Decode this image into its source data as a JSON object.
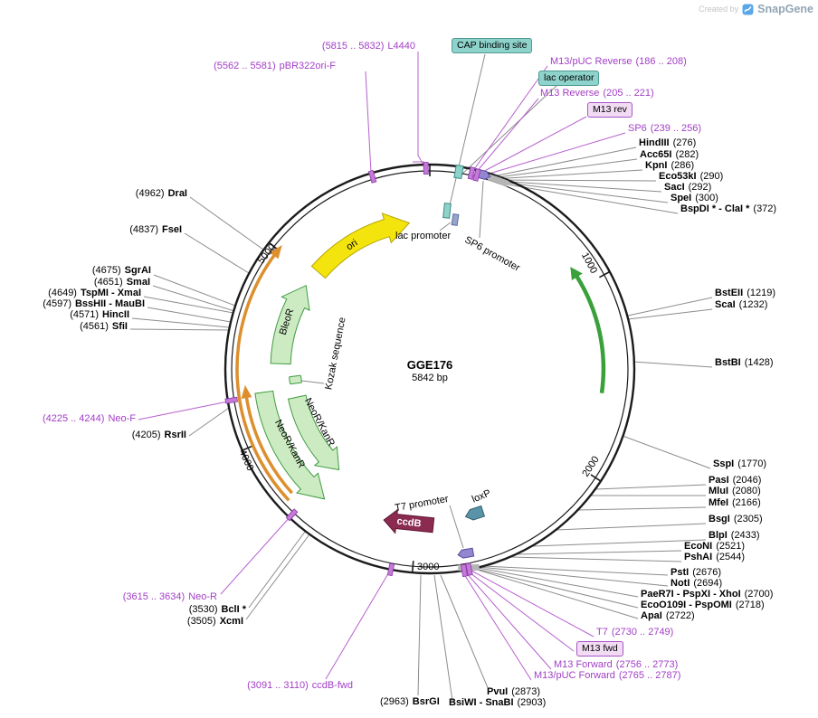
{
  "watermark": {
    "created_by": "Created by",
    "brand": "SnapGene"
  },
  "plasmid": {
    "name": "GGE176",
    "size": "5842 bp"
  },
  "scale": [
    "1000",
    "2000",
    "3000",
    "4000",
    "5000"
  ],
  "features": {
    "ori": "ori",
    "lac_promoter": "lac promoter",
    "sp6_promoter": "SP6 promoter",
    "bleor": "BleoR",
    "kozak": "Kozak sequence",
    "neor_kanr_a": "NeoR/KanR",
    "neor_kanr_b": "NeoR/KanR",
    "t7_promoter": "T7 promoter",
    "ccdb": "ccdB",
    "loxp": "loxP",
    "cap_binding_site": "CAP binding site",
    "lac_operator": "lac operator",
    "m13_rev": "M13 rev",
    "m13_fwd": "M13 fwd"
  },
  "enzymes": [
    {
      "name": "HindIII",
      "pos": "(276)"
    },
    {
      "name": "Acc65I",
      "pos": "(282)"
    },
    {
      "name": "KpnI",
      "pos": "(286)"
    },
    {
      "name": "Eco53kI",
      "pos": "(290)"
    },
    {
      "name": "SacI",
      "pos": "(292)"
    },
    {
      "name": "SpeI",
      "pos": "(300)"
    },
    {
      "name": "BspDI * - ClaI *",
      "pos": "(372)"
    },
    {
      "name": "BstEII",
      "pos": "(1219)"
    },
    {
      "name": "ScaI",
      "pos": "(1232)"
    },
    {
      "name": "BstBI",
      "pos": "(1428)"
    },
    {
      "name": "SspI",
      "pos": "(1770)"
    },
    {
      "name": "PasI",
      "pos": "(2046)"
    },
    {
      "name": "MluI",
      "pos": "(2080)"
    },
    {
      "name": "MfeI",
      "pos": "(2166)"
    },
    {
      "name": "BsgI",
      "pos": "(2305)"
    },
    {
      "name": "BlpI",
      "pos": "(2433)"
    },
    {
      "name": "EcoNI",
      "pos": "(2521)"
    },
    {
      "name": "PshAI",
      "pos": "(2544)"
    },
    {
      "name": "PstI",
      "pos": "(2676)"
    },
    {
      "name": "NotI",
      "pos": "(2694)"
    },
    {
      "name": "PaeR7I - PspXI - XhoI",
      "pos": "(2700)"
    },
    {
      "name": "EcoO109I - PspOMI",
      "pos": "(2718)"
    },
    {
      "name": "ApaI",
      "pos": "(2722)"
    },
    {
      "name": "PvuI",
      "pos": "(2873)"
    },
    {
      "name": "BsiWI - SnaBI",
      "pos": "(2903)"
    },
    {
      "name": "BsrGI",
      "pos": "(2963)"
    },
    {
      "name": "XcmI",
      "pos": "(3505)"
    },
    {
      "name": "BclI *",
      "pos": "(3530)"
    },
    {
      "name": "RsrII",
      "pos": "(4205)"
    },
    {
      "name": "SfiI",
      "pos": "(4561)"
    },
    {
      "name": "HincII",
      "pos": "(4571)"
    },
    {
      "name": "BssHII - MauBI",
      "pos": "(4597)"
    },
    {
      "name": "TspMI - XmaI",
      "pos": "(4649)"
    },
    {
      "name": "SmaI",
      "pos": "(4651)"
    },
    {
      "name": "SgrAI",
      "pos": "(4675)"
    },
    {
      "name": "FseI",
      "pos": "(4837)"
    },
    {
      "name": "DraI",
      "pos": "(4962)"
    }
  ],
  "primers": [
    {
      "name": "M13/pUC Reverse",
      "pos": "(186 .. 208)"
    },
    {
      "name": "M13 Reverse",
      "pos": "(205 .. 221)"
    },
    {
      "name": "SP6",
      "pos": "(239 .. 256)"
    },
    {
      "name": "T7",
      "pos": "(2730 .. 2749)"
    },
    {
      "name": "M13 Forward",
      "pos": "(2756 .. 2773)"
    },
    {
      "name": "M13/pUC Forward",
      "pos": "(2765 .. 2787)"
    },
    {
      "name": "ccdB-fwd",
      "pos": "(3091 .. 3110)"
    },
    {
      "name": "Neo-R",
      "pos": "(3615 .. 3634)"
    },
    {
      "name": "Neo-F",
      "pos": "(4225 .. 4244)"
    },
    {
      "name": "pBR322ori-F",
      "pos": "(5562 .. 5581)"
    },
    {
      "name": "L4440",
      "pos": "(5815 .. 5832)"
    }
  ],
  "colors": {
    "primer_purple": "#A23EC6",
    "enzyme_black": "#000000",
    "teal_box": "#8ED3CB",
    "plum_box": "#F2DCF4",
    "ring": "#1B1B1B",
    "ori_yellow": "#F4E40E",
    "gene_pale_green": "#CDEBC3",
    "cds_green": "#3AA03A",
    "arc_orange": "#DD8F2E",
    "ccdb_maroon": "#8C2B50",
    "loxp_blue": "#5A93A8"
  }
}
